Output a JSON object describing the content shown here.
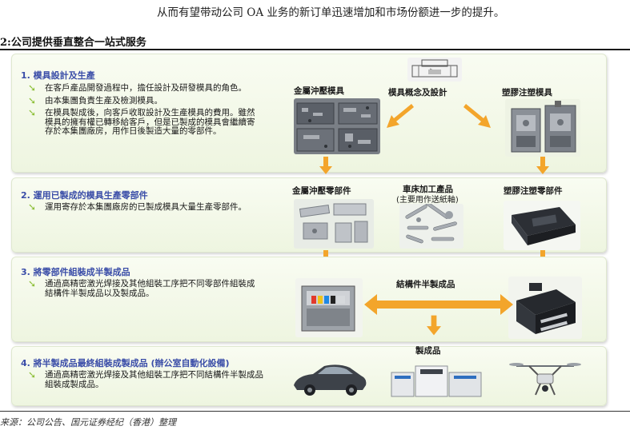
{
  "intro_text": "从而有望带动公司 OA 业务的新订单迅速增加和市场份额进一步的提升。",
  "figure_title": "2:公司提供垂直整合一站式服务",
  "source_note": "来源：公司公告、国元证券经纪（香港）整理",
  "steps": [
    {
      "title": "1. 模具設計及生產",
      "bullets": [
        "在客戶產品開發過程中，擔任設計及研發模具的角色。",
        "由本集團負責生產及檢測模具。",
        "在模具製成後，向客戶收取設計及生產模具的費用。雖然模具的擁有權已轉移給客戶，但是已製成的模具會繼續寄存於本集團廠房，用作日後製造大量的零部件。"
      ],
      "labels": {
        "left": "金屬沖壓模具",
        "center": "模具概念及設計",
        "right": "塑膠注塑模具"
      }
    },
    {
      "title": "2. 運用已製成的模具生產零部件",
      "bullets": [
        "運用寄存於本集團廠房的已製成模具大量生產零部件。"
      ],
      "labels": {
        "left": "金屬沖壓零部件",
        "center": "車床加工產品",
        "center_sub": "(主要用作送紙軸)",
        "right": "塑膠注塑零部件"
      }
    },
    {
      "title": "3. 將零部件組裝成半製成品",
      "bullets": [
        "通過高精密激光焊接及其他組裝工序把不同零部件組裝成結構件半製成品以及製成品。"
      ],
      "labels": {
        "center": "結構件半製成品"
      }
    },
    {
      "title": "4. 將半製成品最終組裝成製成品 (辦公室自動化設備)",
      "bullets": [
        "通過高精密激光焊接及其他組裝工序把不同結構件半製成品組裝成製成品。"
      ],
      "labels": {
        "center": "製成品"
      }
    }
  ],
  "colors": {
    "step_title": "#3a4da8",
    "bullet_arrow": "#8ec03a",
    "flow_arrow": "#f3a52b",
    "panel_bg": "#f1f7e6"
  }
}
